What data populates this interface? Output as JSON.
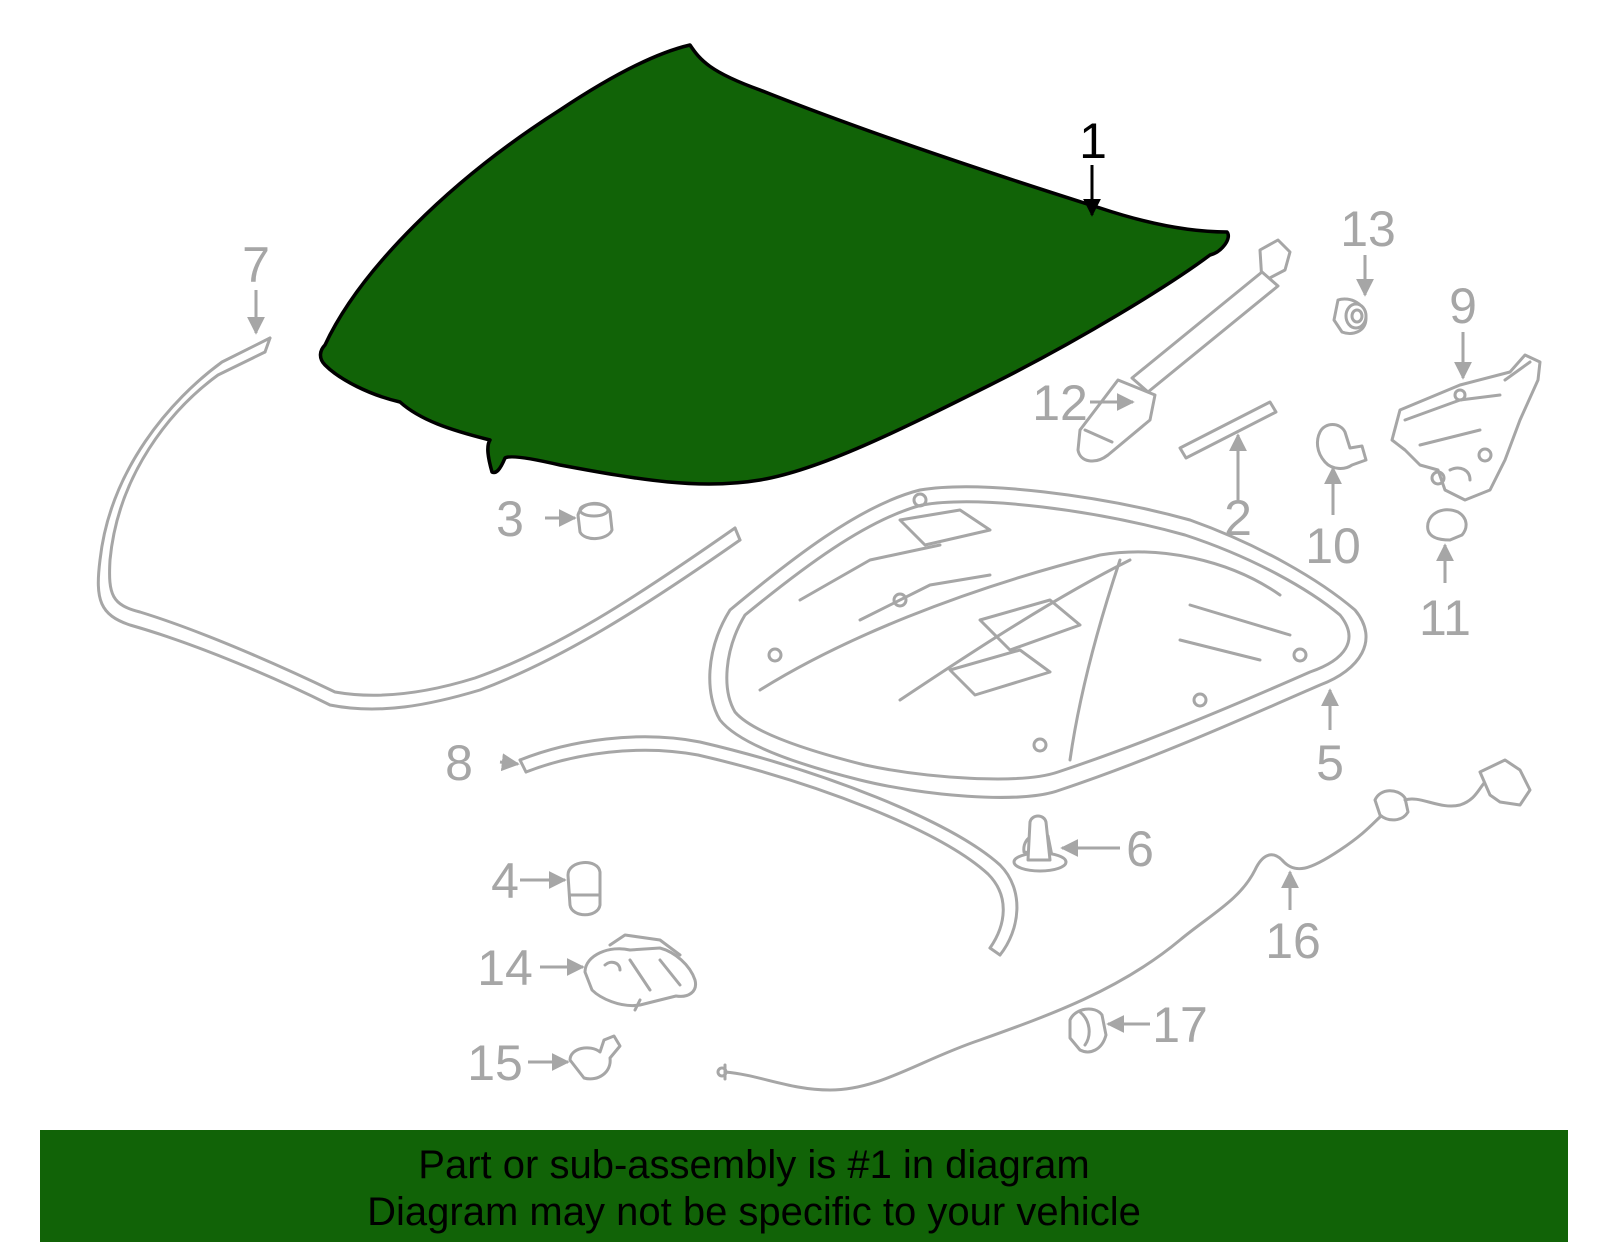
{
  "diagram": {
    "highlight_color": "#116307",
    "highlighted_callout": "1",
    "callouts": [
      {
        "id": "1",
        "label": "1"
      },
      {
        "id": "2",
        "label": "2"
      },
      {
        "id": "3",
        "label": "3"
      },
      {
        "id": "4",
        "label": "4"
      },
      {
        "id": "5",
        "label": "5"
      },
      {
        "id": "6",
        "label": "6"
      },
      {
        "id": "7",
        "label": "7"
      },
      {
        "id": "8",
        "label": "8"
      },
      {
        "id": "9",
        "label": "9"
      },
      {
        "id": "10",
        "label": "10"
      },
      {
        "id": "11",
        "label": "11"
      },
      {
        "id": "12",
        "label": "12"
      },
      {
        "id": "13",
        "label": "13"
      },
      {
        "id": "14",
        "label": "14"
      },
      {
        "id": "15",
        "label": "15"
      },
      {
        "id": "16",
        "label": "16"
      },
      {
        "id": "17",
        "label": "17"
      }
    ]
  },
  "caption": {
    "line1": "Part or sub-assembly is #1 in diagram",
    "line2": "Diagram may not be specific to your vehicle"
  }
}
